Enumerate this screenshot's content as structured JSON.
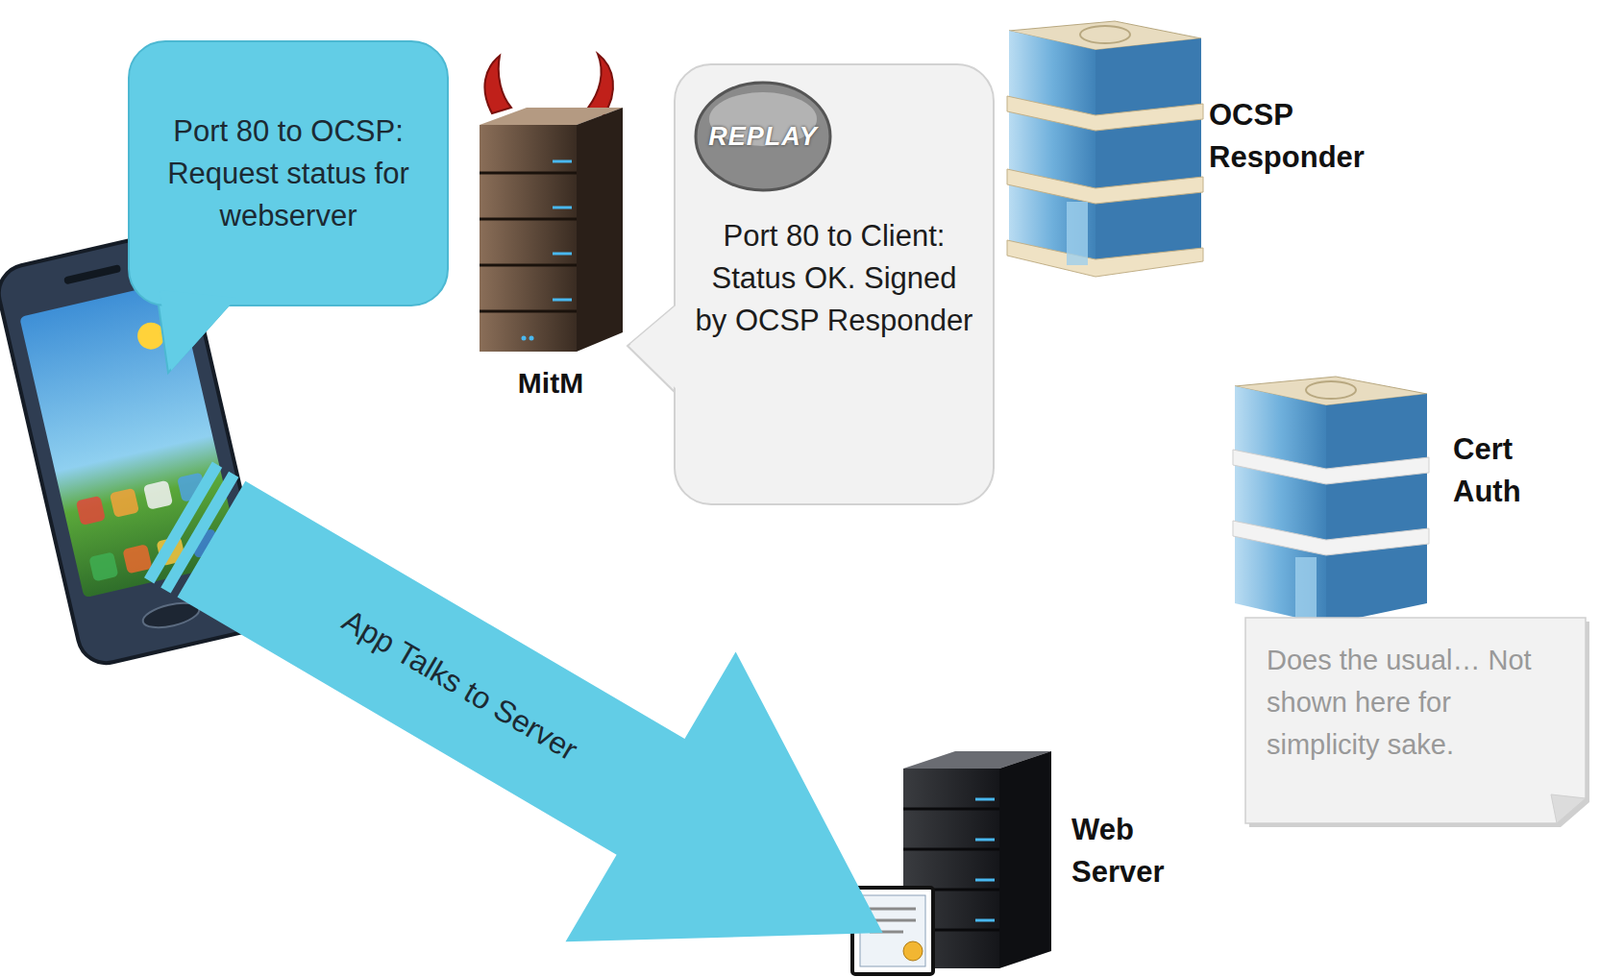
{
  "diagram": {
    "nodes": [
      {
        "text": [
          "Port 80 to OCSP: Request status for webserver"
        ]
      },
      {
        "text": [
          "MitM"
        ]
      },
      {
        "text": [
          "REPLAY",
          "Port 80 to Client: Status OK. Signed by OCSP Responder"
        ]
      },
      {
        "text": [
          "OCSP Responder"
        ]
      },
      {
        "text": [
          "Cert Auth"
        ]
      },
      {
        "text": [
          "Does the usual… Not shown here for simplicity sake."
        ]
      },
      {
        "text": [
          "Web Server"
        ]
      },
      {
        "text": [
          "App Talks to Server"
        ]
      }
    ]
  }
}
